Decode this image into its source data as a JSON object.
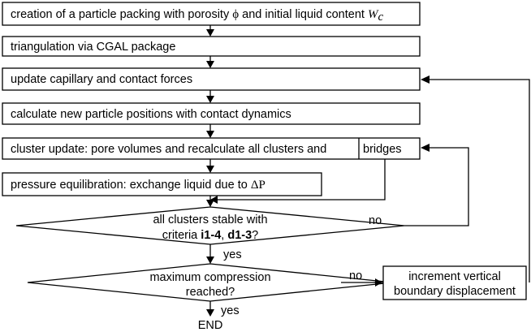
{
  "steps": {
    "creation": {
      "text": "creation of a particle packing with porosity ",
      "phi": "ϕ",
      "text2": " and initial liquid content ",
      "w": "W",
      "w_sub": "c"
    },
    "triangulation": {
      "text": "triangulation via CGAL package"
    },
    "update_forces": {
      "text": "update capillary and contact forces"
    },
    "positions": {
      "text": "calculate new particle positions with contact dynamics"
    },
    "cluster_update": {
      "text": "cluster update: pore volumes and recalculate all clusters and",
      "bridges": "bridges"
    },
    "pressure": {
      "text": "pressure equilibration: exchange liquid due to ",
      "delta": "ΔP"
    },
    "increment": {
      "line1": "increment vertical",
      "line2": "boundary displacement"
    }
  },
  "decisions": {
    "stable": {
      "line1": "all clusters stable with",
      "line2_pre": "criteria ",
      "i_crit": "i1-4",
      "sep": ", ",
      "d_crit": "d1-3",
      "q": "?",
      "no_label": "no",
      "yes_label": "yes"
    },
    "compression": {
      "line1": "maximum compression",
      "line2": "reached?",
      "no_label": "no",
      "yes_label": "yes"
    }
  },
  "end_label": "END"
}
